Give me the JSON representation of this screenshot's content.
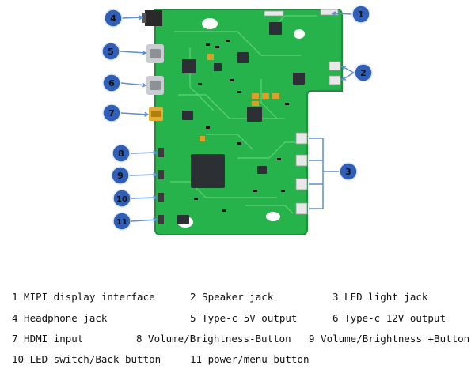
{
  "diagram": {
    "callouts": [
      "1",
      "2",
      "3",
      "4",
      "5",
      "6",
      "7",
      "8",
      "9",
      "10",
      "11"
    ],
    "colors": {
      "pcb": "#27b34b",
      "pcb_edge": "#1d8e3a",
      "trace": "#5fd17a",
      "callout_fill": "#2f5fb8",
      "arrow": "#5b8fd6",
      "connector": "#e8e8e8",
      "port_metal": "#c9ccd0",
      "chip": "#2c2f33",
      "gold": "#d8a22a"
    }
  },
  "legend": {
    "row1": {
      "c1": "1   MIPI display interface",
      "c2": "2   Speaker jack",
      "c3": "3   LED light jack"
    },
    "row2": {
      "c1": "4   Headphone jack",
      "c2": "5   Type-c 5V output",
      "c3": "6   Type-c 12V output"
    },
    "row3": {
      "c1": "7   HDMI input",
      "c2": "8 Volume/Brightness-Button",
      "c3": "9 Volume/Brightness +Button"
    },
    "row4": {
      "c1": "10 LED switch/Back button",
      "c2": "11 power/menu button"
    }
  }
}
